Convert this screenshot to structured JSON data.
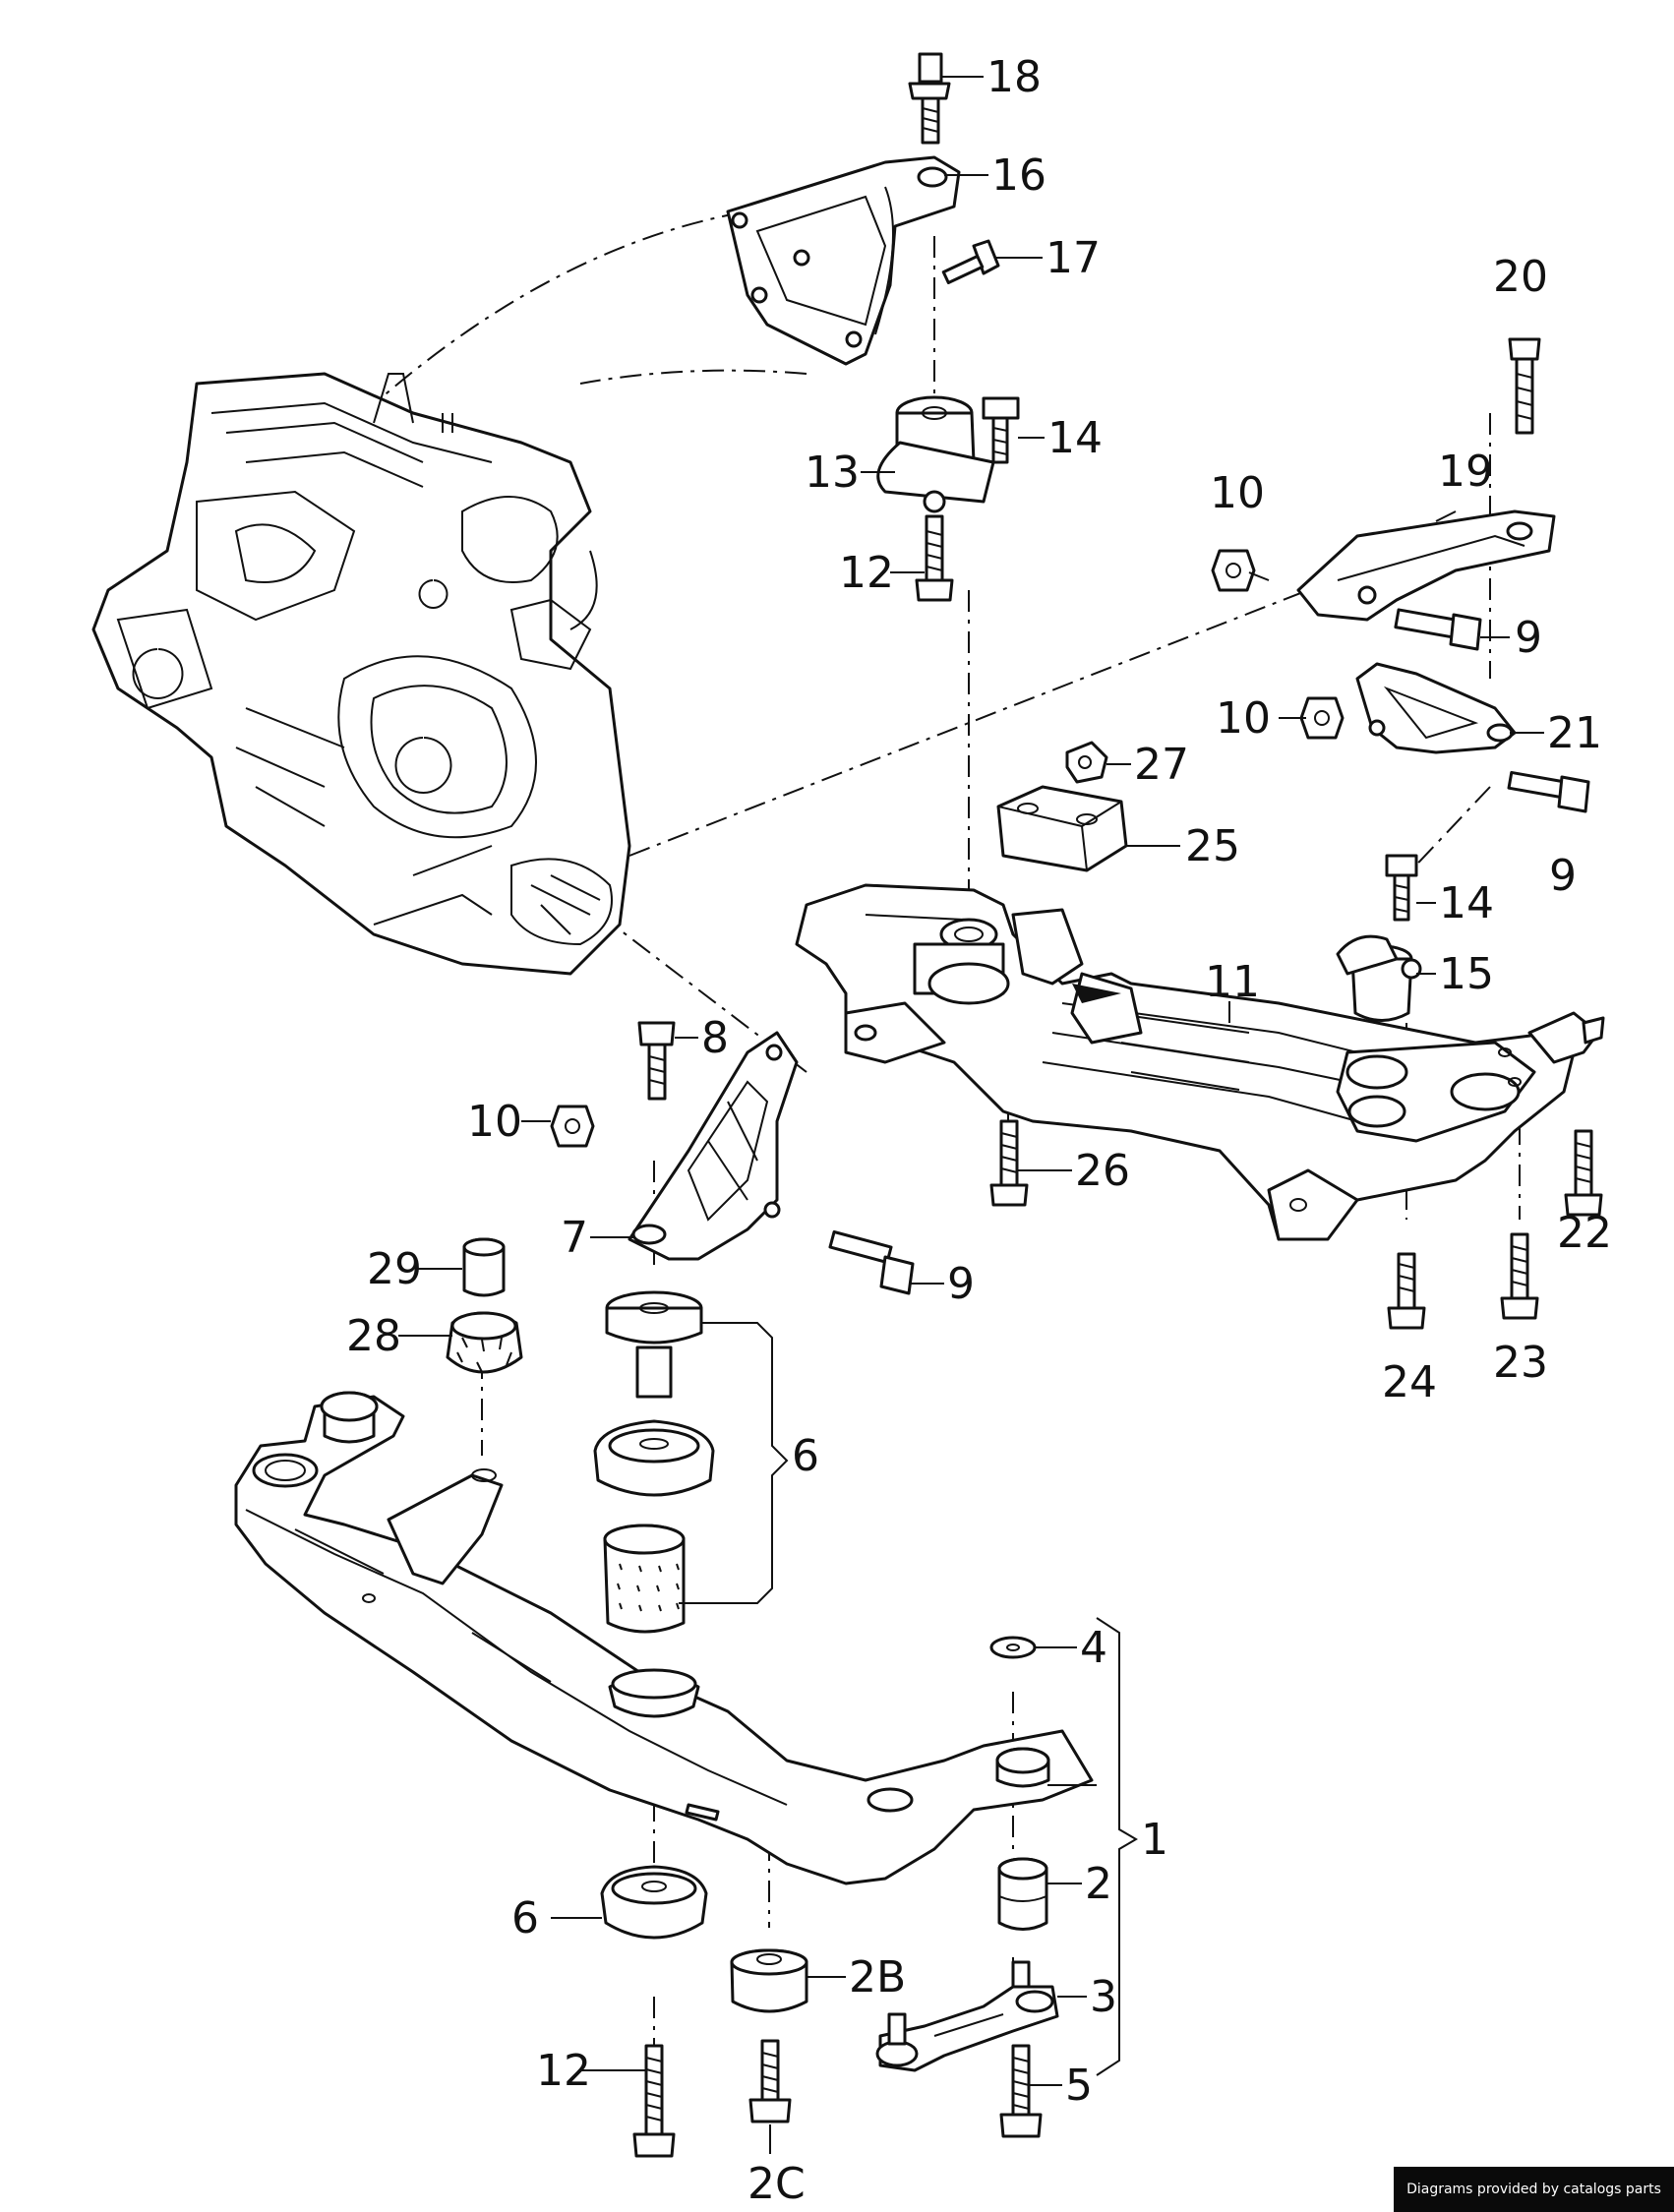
{
  "credit": "Diagrams provided by catalogs parts",
  "callouts": {
    "c1": "1",
    "c2": "2",
    "c2b": "2B",
    "c2c": "2C",
    "c3": "3",
    "c4": "4",
    "c5": "5",
    "c6a": "6",
    "c6b": "6",
    "c7": "7",
    "c8": "8",
    "c9a": "9",
    "c9b": "9",
    "c9c": "9",
    "c10a": "10",
    "c10b": "10",
    "c10c": "10",
    "c11": "11",
    "c12a": "12",
    "c12b": "12",
    "c13": "13",
    "c14a": "14",
    "c14b": "14",
    "c15": "15",
    "c16": "16",
    "c17": "17",
    "c18": "18",
    "c19": "19",
    "c20": "20",
    "c21": "21",
    "c22": "22",
    "c23": "23",
    "c24": "24",
    "c25": "25",
    "c26": "26",
    "c27": "27",
    "c28": "28",
    "c29": "29"
  }
}
